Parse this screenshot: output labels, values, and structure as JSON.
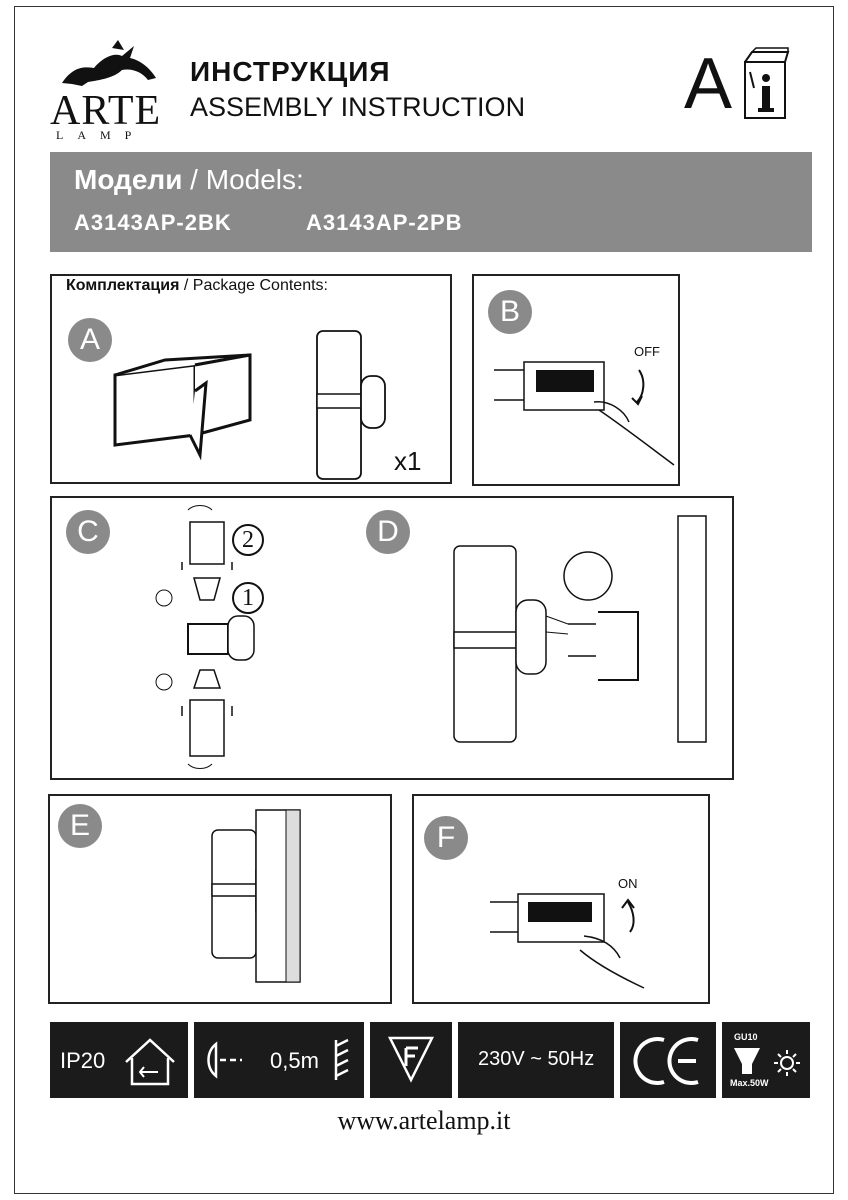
{
  "header": {
    "brand": "ARTE",
    "brand_sub": "LAMP",
    "title_ru": "ИНСТРУКЦИЯ",
    "title_en": "ASSEMBLY INSTRUCTION",
    "doc_letter": "A",
    "info_icon": "info-book-icon"
  },
  "models": {
    "label_ru": "Модели",
    "label_sep": " / ",
    "label_en": "Models:",
    "items": [
      "A3143AP-2BK",
      "A3143AP-2PB"
    ]
  },
  "steps": {
    "A": {
      "badge": "A",
      "title_ru": "Комплектация",
      "title_sep": " / ",
      "title_en": "Package Contents:",
      "quantity": "x1"
    },
    "B": {
      "badge": "B",
      "switch_label": "OFF"
    },
    "C": {
      "badge": "C",
      "num1": "1",
      "num2": "2"
    },
    "D": {
      "badge": "D"
    },
    "E": {
      "badge": "E"
    },
    "F": {
      "badge": "F",
      "switch_label": "ON"
    }
  },
  "footer": {
    "ip": "IP20",
    "distance": "0,5m",
    "voltage": "230V ~ 50Hz",
    "bulb_type": "GU10",
    "bulb_max": "Max.50W",
    "website": "www.artelamp.it"
  },
  "colors": {
    "accent_gray": "#8a8a8a",
    "footer_black": "#1b1b1b"
  }
}
